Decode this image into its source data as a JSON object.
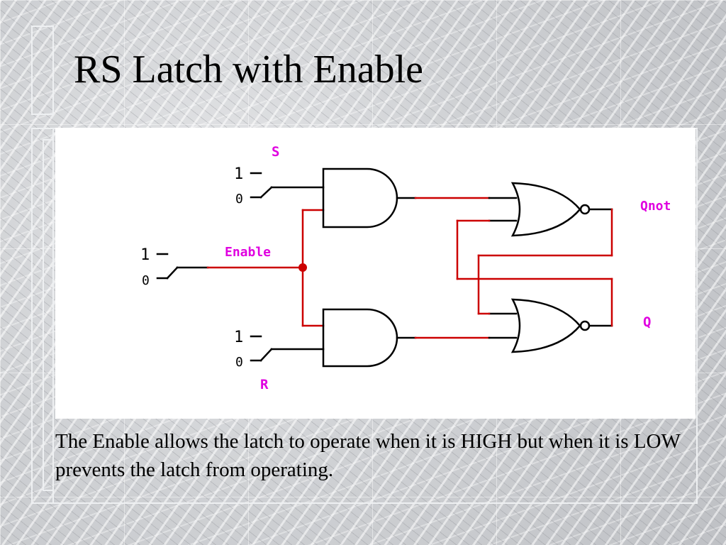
{
  "slide": {
    "title": "RS Latch with Enable",
    "caption": "The Enable allows the latch to operate when it is HIGH but when it is LOW prevents the latch from operating."
  },
  "diagram": {
    "labels": {
      "s": "S",
      "r": "R",
      "enable": "Enable",
      "qnot": "Qnot",
      "q": "Q"
    },
    "switch_levels": {
      "high": "1",
      "low": "0"
    },
    "colors": {
      "wire": "#000000",
      "active_wire": "#cc0000",
      "label": "#e000e0"
    },
    "gates": [
      "and-gate-top",
      "and-gate-bottom",
      "nor-gate-top",
      "nor-gate-bottom"
    ]
  }
}
